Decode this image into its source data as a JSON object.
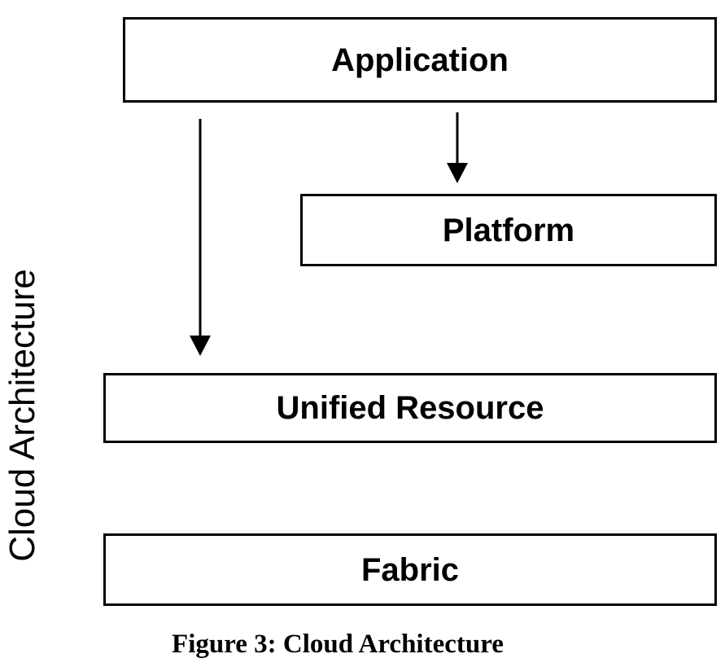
{
  "diagram": {
    "side_label": "Cloud Architecture",
    "caption": "Figure 3: Cloud Architecture",
    "layers": {
      "application": "Application",
      "platform": "Platform",
      "unified_resource": "Unified Resource",
      "fabric": "Fabric"
    },
    "edges": [
      {
        "from": "Application",
        "to": "Platform"
      },
      {
        "from": "Application",
        "to": "Unified Resource"
      }
    ],
    "colors": {
      "stroke": "#000000",
      "background": "#ffffff"
    }
  }
}
